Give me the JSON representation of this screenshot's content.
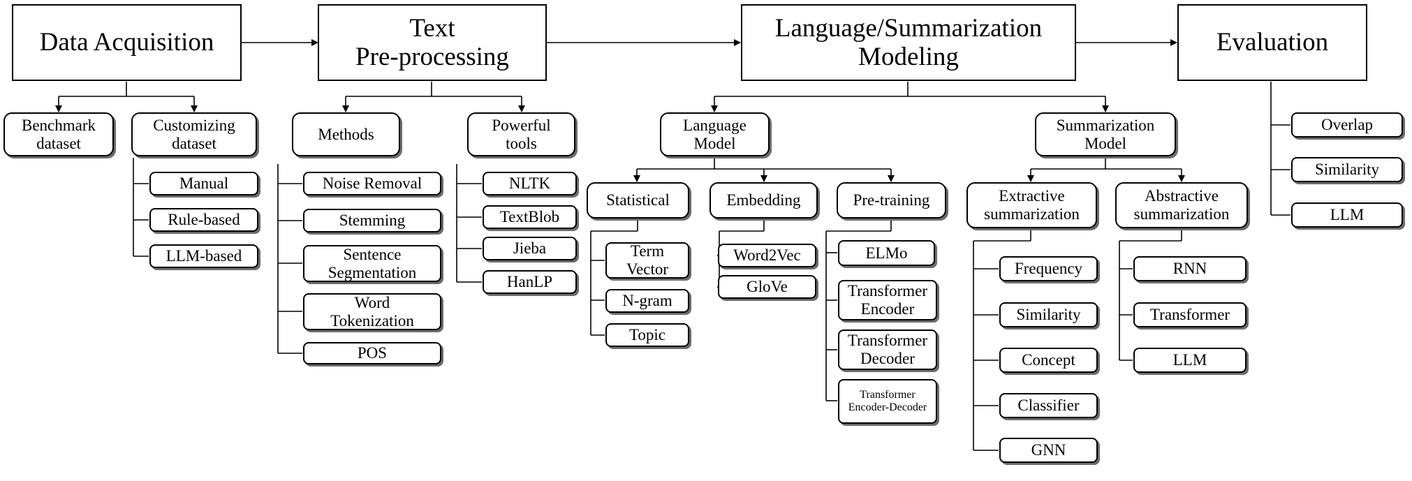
{
  "stages": [
    {
      "key": "acquisition",
      "label": "Data Acquisition"
    },
    {
      "key": "preprocessing",
      "label": "Text\nPre-processing"
    },
    {
      "key": "modeling",
      "label": "Language/Summarization\nModeling"
    },
    {
      "key": "evaluation",
      "label": "Evaluation"
    }
  ],
  "acquisition": {
    "benchmark": "Benchmark\ndataset",
    "customizing": "Customizing\ndataset",
    "customizing_items": [
      "Manual",
      "Rule-based",
      "LLM-based"
    ]
  },
  "preprocessing": {
    "methods": "Methods",
    "methods_items": [
      "Noise Removal",
      "Stemming",
      "Sentence\nSegmentation",
      "Word\nTokenization",
      "POS"
    ],
    "tools": "Powerful\ntools",
    "tools_items": [
      "NLTK",
      "TextBlob",
      "Jieba",
      "HanLP"
    ]
  },
  "modeling": {
    "language_model": "Language\nModel",
    "statistical": "Statistical",
    "statistical_items": [
      "Term\nVector",
      "N-gram",
      "Topic"
    ],
    "embedding": "Embedding",
    "embedding_items": [
      "Word2Vec",
      "GloVe"
    ],
    "pretraining": "Pre-training",
    "pretraining_items": [
      "ELMo",
      "Transformer\nEncoder",
      "Transformer\nDecoder",
      "Transformer\nEncoder-Decoder"
    ],
    "summarization_model": "Summarization\nModel",
    "extractive": "Extractive\nsummarization",
    "extractive_items": [
      "Frequency",
      "Similarity",
      "Concept",
      "Classifier",
      "GNN"
    ],
    "abstractive": "Abstractive\nsummarization",
    "abstractive_items": [
      "RNN",
      "Transformer",
      "LLM"
    ]
  },
  "evaluation": {
    "items": [
      "Overlap",
      "Similarity",
      "LLM"
    ]
  }
}
